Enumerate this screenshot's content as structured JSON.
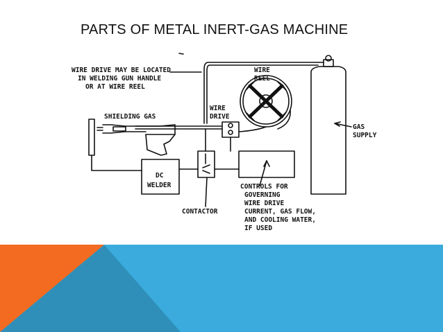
{
  "slide": {
    "title": "PARTS OF METAL INERT-GAS MACHINE"
  },
  "diagram": {
    "labels": {
      "wire_drive_note_line1": "WIRE DRIVE MAY BE LOCATED",
      "wire_drive_note_line2": "IN WELDING GUN HANDLE",
      "wire_drive_note_line3": "OR AT WIRE REEL",
      "wire_reel_line1": "WIRE",
      "wire_reel_line2": "REEL",
      "shielding_gas": "SHIELDING GAS",
      "wire_drive_line1": "WIRE",
      "wire_drive_line2": "DRIVE",
      "gas_supply_line1": "GAS",
      "gas_supply_line2": "SUPPLY",
      "dc_welder_line1": "DC",
      "dc_welder_line2": "WELDER",
      "contactor": "CONTACTOR",
      "controls_line1": "CONTROLS FOR",
      "controls_line2": "GOVERNING",
      "controls_line3": "WIRE DRIVE",
      "controls_line4": "CURRENT, GAS FLOW,",
      "controls_line5": "AND COOLING WATER,",
      "controls_line6": "IF USED"
    }
  },
  "colors": {
    "footer_blue": "#3aabdc",
    "footer_orange": "#f26b21",
    "footer_dark_blue": "#2f8fb8"
  }
}
